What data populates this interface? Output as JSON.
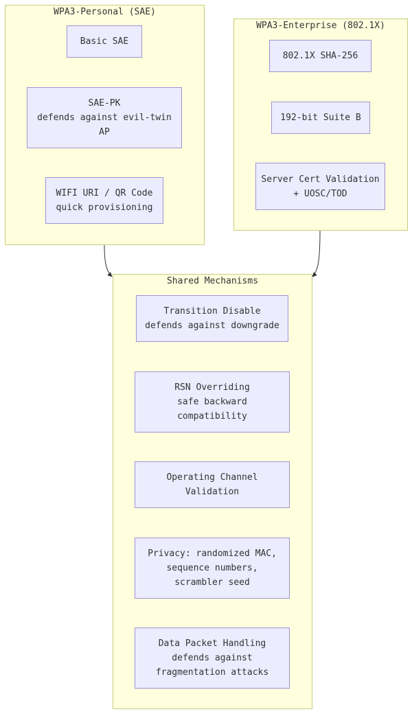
{
  "clusters": {
    "personal": {
      "title": "WPA3-Personal (SAE)"
    },
    "enterprise": {
      "title": "WPA3-Enterprise (802.1X)"
    },
    "shared": {
      "title": "Shared Mechanisms"
    }
  },
  "nodes": {
    "basic_sae": "Basic SAE",
    "sae_pk": "SAE-PK\ndefends against evil-twin\nAP",
    "wifi_uri": "WIFI URI / QR Code\nquick provisioning",
    "sha256": "802.1X SHA-256",
    "suite_b": "192-bit Suite B",
    "server_cert": "Server Cert Validation\n+ UOSC/TOD",
    "transition_disable": "Transition Disable\ndefends against downgrade",
    "rsn_overriding": "RSN Overriding\nsafe backward\ncompatibility",
    "ocv": "Operating Channel\nValidation",
    "privacy": "Privacy: randomized MAC,\nsequence numbers,\nscrambler seed",
    "data_packet": "Data Packet Handling\ndefends against\nfragmentation attacks"
  },
  "edges": [
    {
      "from": "WPA3-Personal (SAE)",
      "to": "Shared Mechanisms"
    },
    {
      "from": "WPA3-Enterprise (802.1X)",
      "to": "Shared Mechanisms"
    }
  ],
  "colors": {
    "cluster_fill": "#ffffde",
    "cluster_border": "#c8cc7a",
    "node_fill": "#ececff",
    "node_border": "#9f92d6",
    "edge": "#333333"
  }
}
